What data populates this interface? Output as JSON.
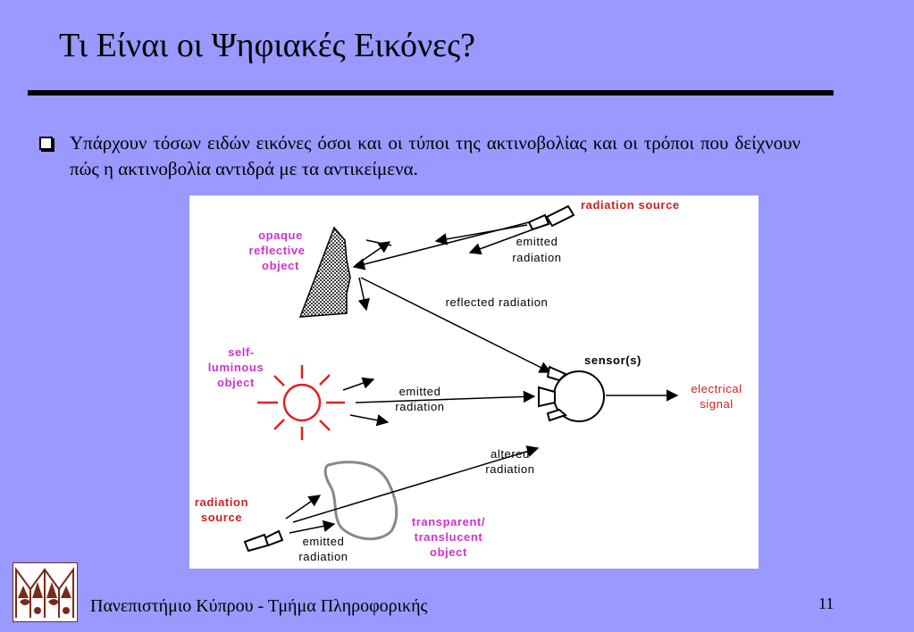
{
  "slide": {
    "title": "Τι Είναι οι Ψηφιακές Εικόνες?",
    "bullet": "Υπάρχουν τόσων ειδών εικόνες όσοι και οι τύποι της ακτινοβολίας και οι τρόποι που δείχνουν πώς η ακτινοβολία αντιδρά με τα αντικείμενα.",
    "footer": "Πανεπιστήμιο Κύπρου - Τμήμα Πληροφορικής",
    "page_number": "11"
  },
  "diagram": {
    "radiation_source_top": "radiation source",
    "emitted_top_1": "emitted",
    "emitted_top_2": "radiation",
    "opaque_1": "opaque",
    "opaque_2": "reflective",
    "opaque_3": "object",
    "reflected": "reflected radiation",
    "sensor": "sensor(s)",
    "self_lum_1": "self-",
    "self_lum_2": "luminous",
    "self_lum_3": "object",
    "emitted_mid_1": "emitted",
    "emitted_mid_2": "radiation",
    "electrical_1": "electrical",
    "electrical_2": "signal",
    "altered_1": "altered",
    "altered_2": "radiation",
    "radiation_source_bottom_1": "radiation",
    "radiation_source_bottom_2": "source",
    "emitted_bot_1": "emitted",
    "emitted_bot_2": "radiation",
    "transparent_1": "transparent/",
    "transparent_2": "translucent",
    "transparent_3": "object"
  },
  "colors": {
    "background": "#9999ff",
    "label_magenta": "#cc33cc",
    "label_red": "#cc2222",
    "sun_red": "#dd2222"
  },
  "icons": [
    "checkbox-bullet-icon",
    "university-logo-icon"
  ]
}
